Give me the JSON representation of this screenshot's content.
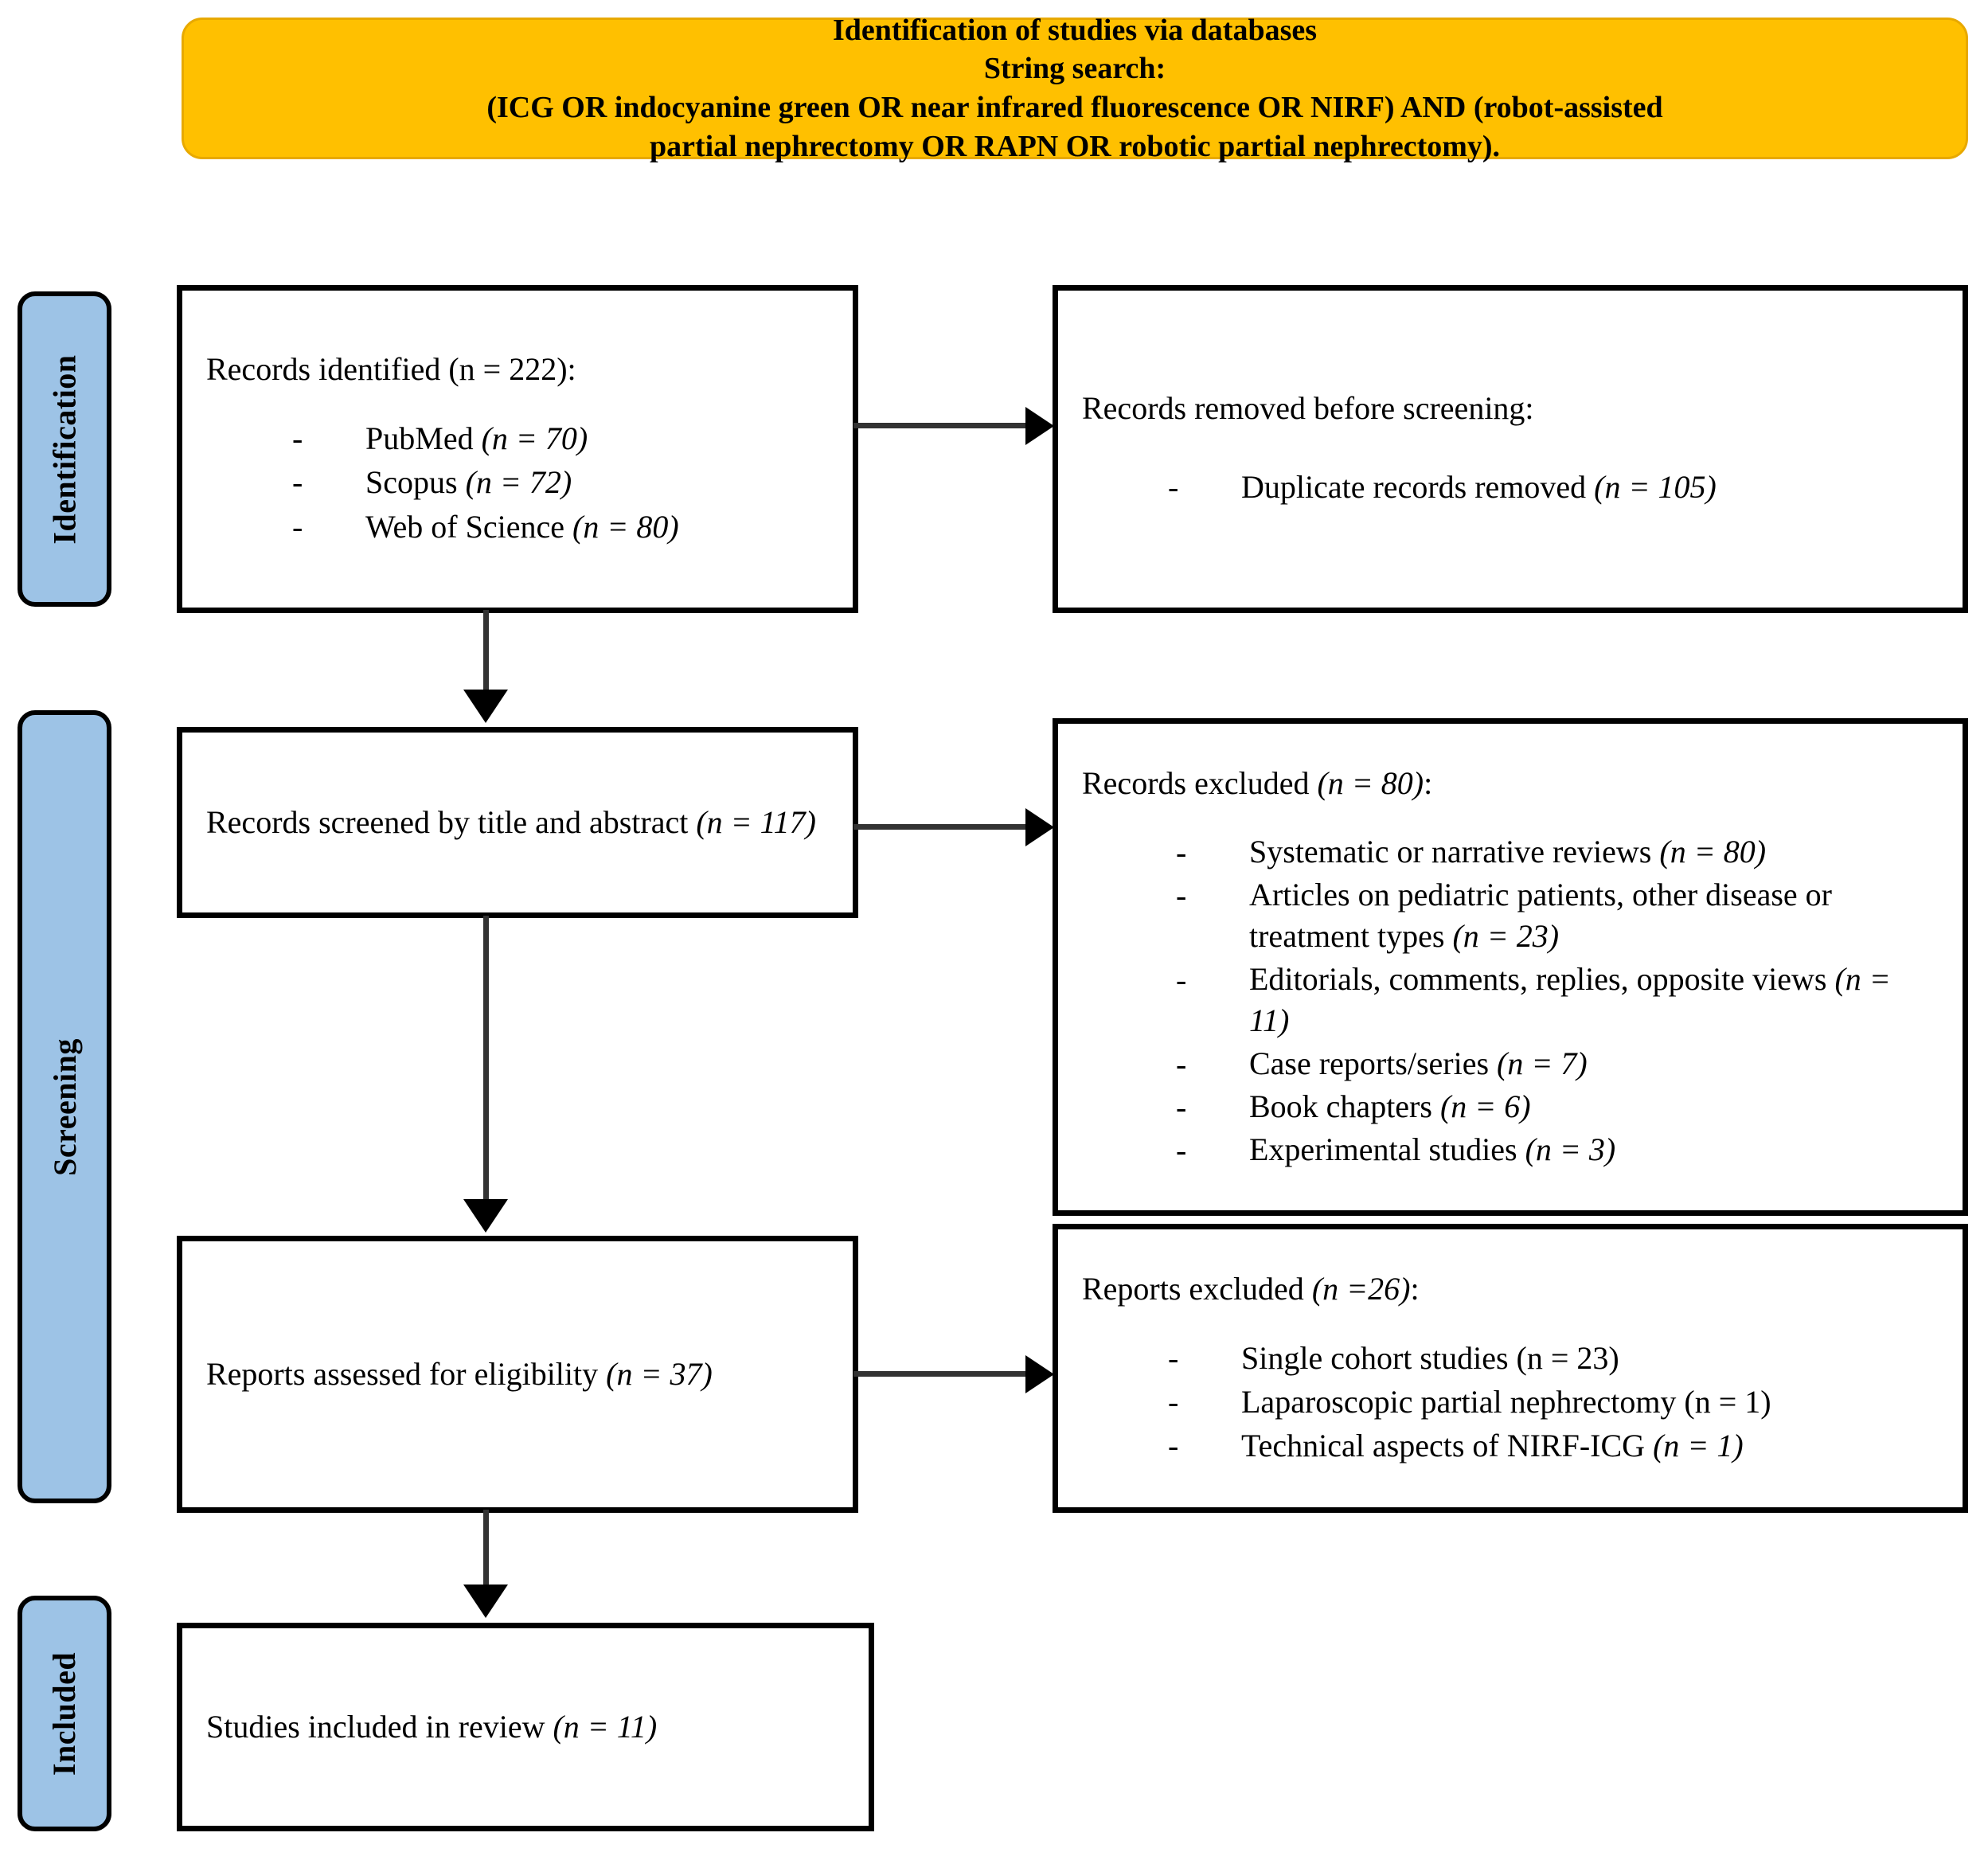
{
  "header": {
    "lines": [
      "Identification of studies via databases",
      "String search:",
      "(ICG OR indocyanine green OR near infrared fluorescence OR NIRF) AND (robot-assisted",
      "partial nephrectomy OR RAPN OR robotic partial nephrectomy)."
    ],
    "background_color": "#FFC000"
  },
  "stages": {
    "identification": "Identification",
    "screening": "Screening",
    "included": "Included",
    "pill_color": "#9DC3E6"
  },
  "boxes": {
    "identified": {
      "title": "Records identified (n = 222):",
      "items": [
        "PubMed (n = 70)",
        "Scopus (n = 72)",
        "Web of Science (n = 80)"
      ]
    },
    "removed": {
      "title": "Records removed before screening:",
      "items": [
        "Duplicate records removed (n = 105)"
      ]
    },
    "screened": {
      "title": "Records screened by title and abstract (n = 117)"
    },
    "excluded": {
      "title": "Records excluded (n = 80):",
      "items": [
        "Systematic or narrative reviews (n = 80)",
        "Articles on pediatric patients, other disease or treatment types (n = 23)",
        "Editorials, comments, replies, opposite views (n = 11)",
        "Case reports/series (n = 7)",
        "Book chapters (n = 6)",
        "Experimental studies (n = 3)"
      ]
    },
    "eligibility": {
      "title": "Reports assessed for eligibility (n = 37)"
    },
    "reports_excluded": {
      "title": "Reports excluded (n =26):",
      "items": [
        "Single cohort studies (n = 23)",
        "Laparoscopic partial nephrectomy (n = 1)",
        "Technical aspects of NIRF-ICG (n = 1)"
      ]
    },
    "included": {
      "title": "Studies included in review (n = 11)"
    }
  },
  "chart_data": {
    "type": "diagram",
    "title": "PRISMA 2020 flow diagram - Identification of studies via databases",
    "nodes": [
      {
        "id": "identified",
        "stage": "Identification",
        "label": "Records identified",
        "n": 222,
        "breakdown": [
          {
            "source": "PubMed",
            "n": 70
          },
          {
            "source": "Scopus",
            "n": 72
          },
          {
            "source": "Web of Science",
            "n": 80
          }
        ]
      },
      {
        "id": "removed",
        "stage": "Identification",
        "label": "Records removed before screening",
        "n": 105,
        "breakdown": [
          {
            "reason": "Duplicate records removed",
            "n": 105
          }
        ]
      },
      {
        "id": "screened",
        "stage": "Screening",
        "label": "Records screened by title and abstract",
        "n": 117
      },
      {
        "id": "excluded",
        "stage": "Screening",
        "label": "Records excluded",
        "n": 80,
        "breakdown": [
          {
            "reason": "Systematic or narrative reviews",
            "n": 80
          },
          {
            "reason": "Articles on pediatric patients, other disease or treatment types",
            "n": 23
          },
          {
            "reason": "Editorials, comments, replies, opposite views",
            "n": 11
          },
          {
            "reason": "Case reports/series",
            "n": 7
          },
          {
            "reason": "Book chapters",
            "n": 6
          },
          {
            "reason": "Experimental studies",
            "n": 3
          }
        ]
      },
      {
        "id": "eligibility",
        "stage": "Screening",
        "label": "Reports assessed for eligibility",
        "n": 37
      },
      {
        "id": "reports_excluded",
        "stage": "Screening",
        "label": "Reports excluded",
        "n": 26,
        "breakdown": [
          {
            "reason": "Single cohort studies",
            "n": 23
          },
          {
            "reason": "Laparoscopic partial nephrectomy",
            "n": 1
          },
          {
            "reason": "Technical aspects of NIRF-ICG",
            "n": 1
          }
        ]
      },
      {
        "id": "included",
        "stage": "Included",
        "label": "Studies included in review",
        "n": 11
      }
    ],
    "edges": [
      {
        "from": "identified",
        "to": "removed",
        "direction": "right"
      },
      {
        "from": "identified",
        "to": "screened",
        "direction": "down"
      },
      {
        "from": "screened",
        "to": "excluded",
        "direction": "right"
      },
      {
        "from": "screened",
        "to": "eligibility",
        "direction": "down"
      },
      {
        "from": "eligibility",
        "to": "reports_excluded",
        "direction": "right"
      },
      {
        "from": "eligibility",
        "to": "included",
        "direction": "down"
      }
    ]
  }
}
